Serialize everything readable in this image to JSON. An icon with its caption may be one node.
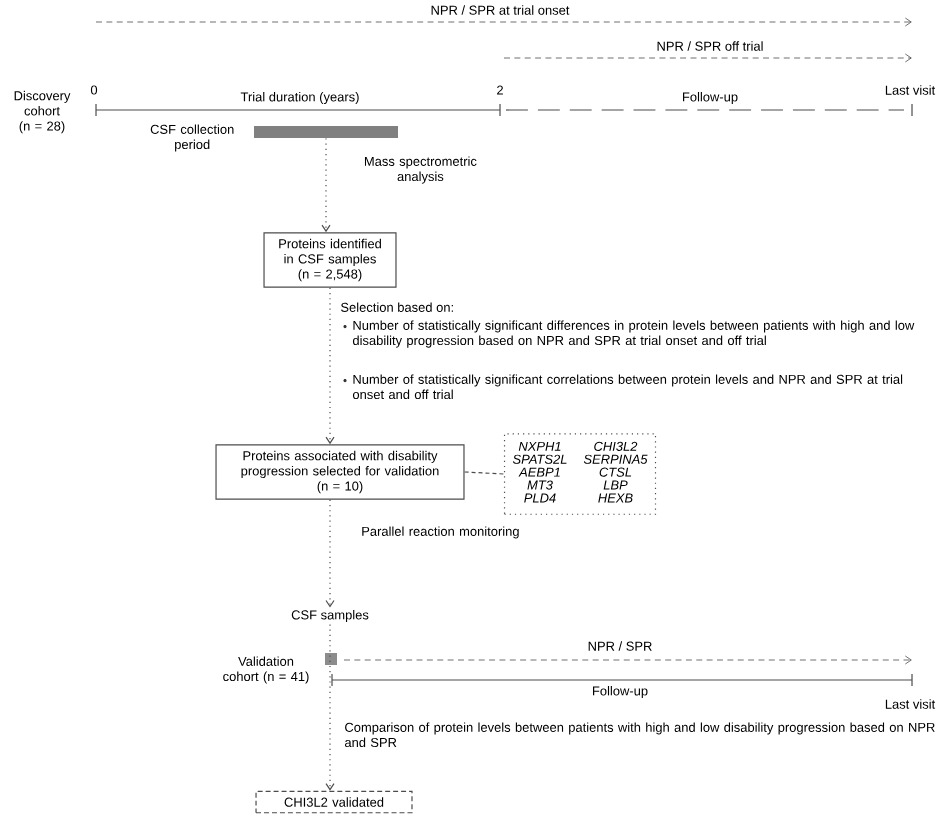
{
  "diagram": {
    "nodes": [
      {
        "text": [],
        "shape": "bar",
        "beside": [
          "CSF collection period"
        ]
      },
      {
        "text": [
          "Proteins identified in CSF samples",
          "(n = 2,548)"
        ]
      },
      {
        "text": [
          "Proteins associated with disability progression selected for validation",
          "(n = 10)"
        ]
      },
      {
        "text": [
          "NXPH1",
          "CHI3L2",
          "SPATS2L",
          "SERPINA5",
          "AEBP1",
          "CTSL",
          "MT3",
          "LBP",
          "PLD4",
          "HEXB"
        ]
      },
      {
        "text": [
          "CSF samples"
        ]
      },
      {
        "text": [
          "CHI3L2 validated"
        ]
      }
    ],
    "edges": [
      {
        "from": 0,
        "to": 1,
        "arrow": "to",
        "label": "Mass spectrometric analysis"
      },
      {
        "from": 1,
        "to": 2,
        "arrow": "to",
        "label": "Selection based on:"
      },
      {
        "from": 2,
        "to": 3,
        "arrow": "none",
        "style": "dashed"
      },
      {
        "from": 2,
        "to": 4,
        "arrow": "to",
        "label": "Parallel reaction monitoring"
      },
      {
        "from": 4,
        "to": 5,
        "arrow": "to",
        "label": "Comparison of protein levels between patients with high and low disability progression based on NPR and SPR"
      }
    ],
    "labels": [
      "NPR / SPR at trial onset",
      "NPR / SPR off trial",
      "Discovery cohort (n = 28)",
      "0",
      "Trial duration (years)",
      "2",
      "Follow-up",
      "Last visit",
      "Number of statistically significant differences in protein levels between patients with high and low disability progression based on NPR and SPR at trial onset and off trial",
      "Number of statistically significant correlations between protein levels and NPR and SPR at trial onset and off trial",
      "Validation cohort (n = 41)",
      "NPR / SPR",
      "Follow-up",
      "Last visit"
    ]
  }
}
